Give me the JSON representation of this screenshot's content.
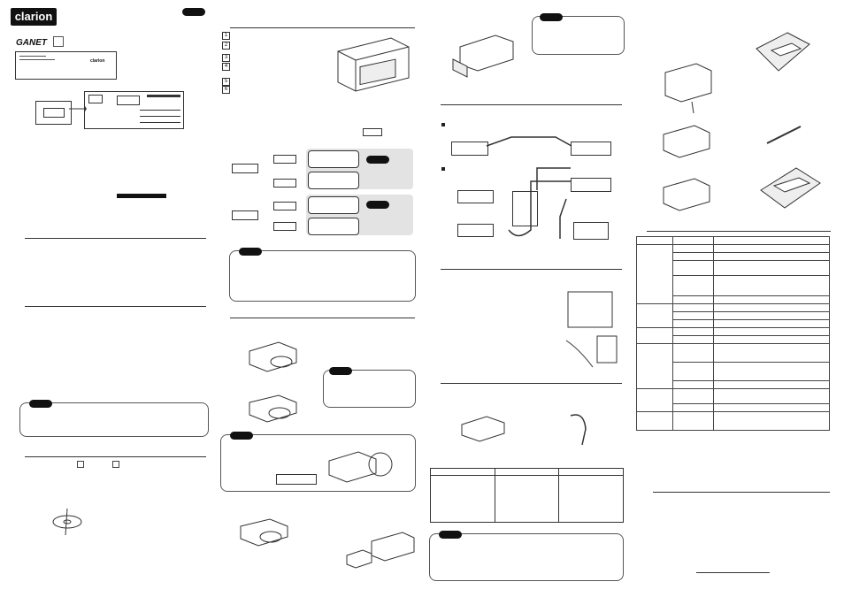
{
  "brand": {
    "name": "clarion",
    "product_line": "GANET"
  },
  "sample_label": {
    "brand": "clarion"
  },
  "callouts": [
    "1",
    "2",
    "3",
    "4",
    "5",
    "6"
  ],
  "table": {
    "rows": 20
  }
}
